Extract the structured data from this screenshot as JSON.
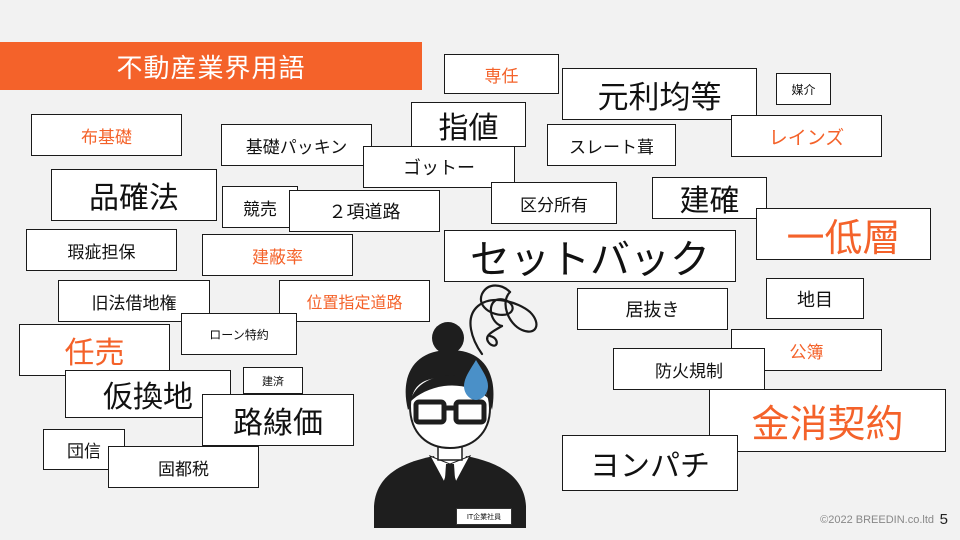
{
  "title": "不動産業界用語",
  "terms": [
    {
      "label": "専任",
      "accent": true
    },
    {
      "label": "元利均等",
      "accent": false
    },
    {
      "label": "媒介",
      "accent": false
    },
    {
      "label": "布基礎",
      "accent": true
    },
    {
      "label": "指値",
      "accent": false
    },
    {
      "label": "基礎パッキン",
      "accent": false
    },
    {
      "label": "スレート葺",
      "accent": false
    },
    {
      "label": "レインズ",
      "accent": true
    },
    {
      "label": "ゴットー",
      "accent": false
    },
    {
      "label": "品確法",
      "accent": false
    },
    {
      "label": "競売",
      "accent": false
    },
    {
      "label": "２項道路",
      "accent": false
    },
    {
      "label": "区分所有",
      "accent": false
    },
    {
      "label": "建確",
      "accent": false
    },
    {
      "label": "一低層",
      "accent": true
    },
    {
      "label": "瑕疵担保",
      "accent": false
    },
    {
      "label": "建蔽率",
      "accent": true
    },
    {
      "label": "セットバック",
      "accent": false
    },
    {
      "label": "地目",
      "accent": false
    },
    {
      "label": "旧法借地権",
      "accent": false
    },
    {
      "label": "位置指定道路",
      "accent": true
    },
    {
      "label": "居抜き",
      "accent": false
    },
    {
      "label": "任売",
      "accent": true
    },
    {
      "label": "ローン特約",
      "accent": false
    },
    {
      "label": "公簿",
      "accent": true
    },
    {
      "label": "防火規制",
      "accent": false
    },
    {
      "label": "建済",
      "accent": false
    },
    {
      "label": "仮換地",
      "accent": false
    },
    {
      "label": "金消契約",
      "accent": true
    },
    {
      "label": "路線価",
      "accent": false
    },
    {
      "label": "団信",
      "accent": false
    },
    {
      "label": "固都税",
      "accent": false
    },
    {
      "label": "ヨンパチ",
      "accent": false
    }
  ],
  "person_label": "IT企業社員",
  "footer": "©2022 BREEDIN.co.ltd",
  "page_number": "5",
  "colors": {
    "accent": "#f4622a",
    "text": "#111111",
    "background": "#f2f2f2"
  }
}
